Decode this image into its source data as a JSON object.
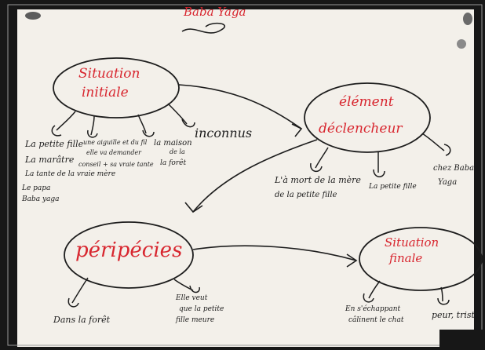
{
  "colors": {
    "paper": "#f3f0ea",
    "frame": "#9a9a9a",
    "ink": "#1d1d1d",
    "red_ink": "#d8262f",
    "dark_backdrop": "#171717"
  },
  "title": "Baba Yaga",
  "nodes": {
    "situation_initiale": {
      "line1": "Situation",
      "line2": "initiale"
    },
    "element_declencheur": {
      "line1": "élément",
      "line2": "déclencheur"
    },
    "peripecies": {
      "label": "péripécies"
    },
    "situation_finale": {
      "line1": "Situation",
      "line2": "finale"
    }
  },
  "labels": {
    "petite_fille": "La petite fille",
    "maratre": "La marâtre",
    "tante": "La tante de la vraie mère",
    "papa": "Le papa",
    "baba_yaga_left": "Baba yaga",
    "aiguille_1": "une aiguille et du fil",
    "aiguille_2": "elle va demander",
    "aiguille_3": "conseil + sa vraie tante",
    "maison_1": "la maison",
    "maison_2": "de la",
    "maison_3": "la forêt",
    "inconnus": "inconnus",
    "mort_1": "L'à mort de la mère",
    "mort_2": "de la petite fille",
    "petite_fille_2": "La petite fille",
    "chez_1": "chez Baba",
    "chez_2": "Yaga",
    "foret": "Dans la forêt",
    "veut_1": "Elle veut",
    "veut_2": "que la petite",
    "veut_3": "fille meure",
    "echappe_1": "En s'échappant",
    "echappe_2": "câlinent le chat",
    "peur": "peur, trist"
  }
}
